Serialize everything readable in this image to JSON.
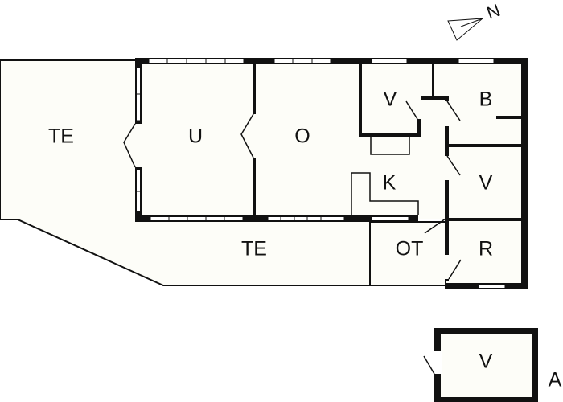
{
  "plan": {
    "north_label": "N",
    "rooms": {
      "terrace_west": "TE",
      "room_u": "U",
      "room_o": "O",
      "room_v_small": "V",
      "room_b": "B",
      "room_k": "K",
      "room_v_east": "V",
      "terrace_south": "TE",
      "room_ot": "OT",
      "room_r": "R",
      "shed_v": "V"
    },
    "outbuilding_label": "A"
  },
  "colors": {
    "wall": "#111111",
    "floor": "#fdfdf8",
    "background": "#ffffff"
  }
}
